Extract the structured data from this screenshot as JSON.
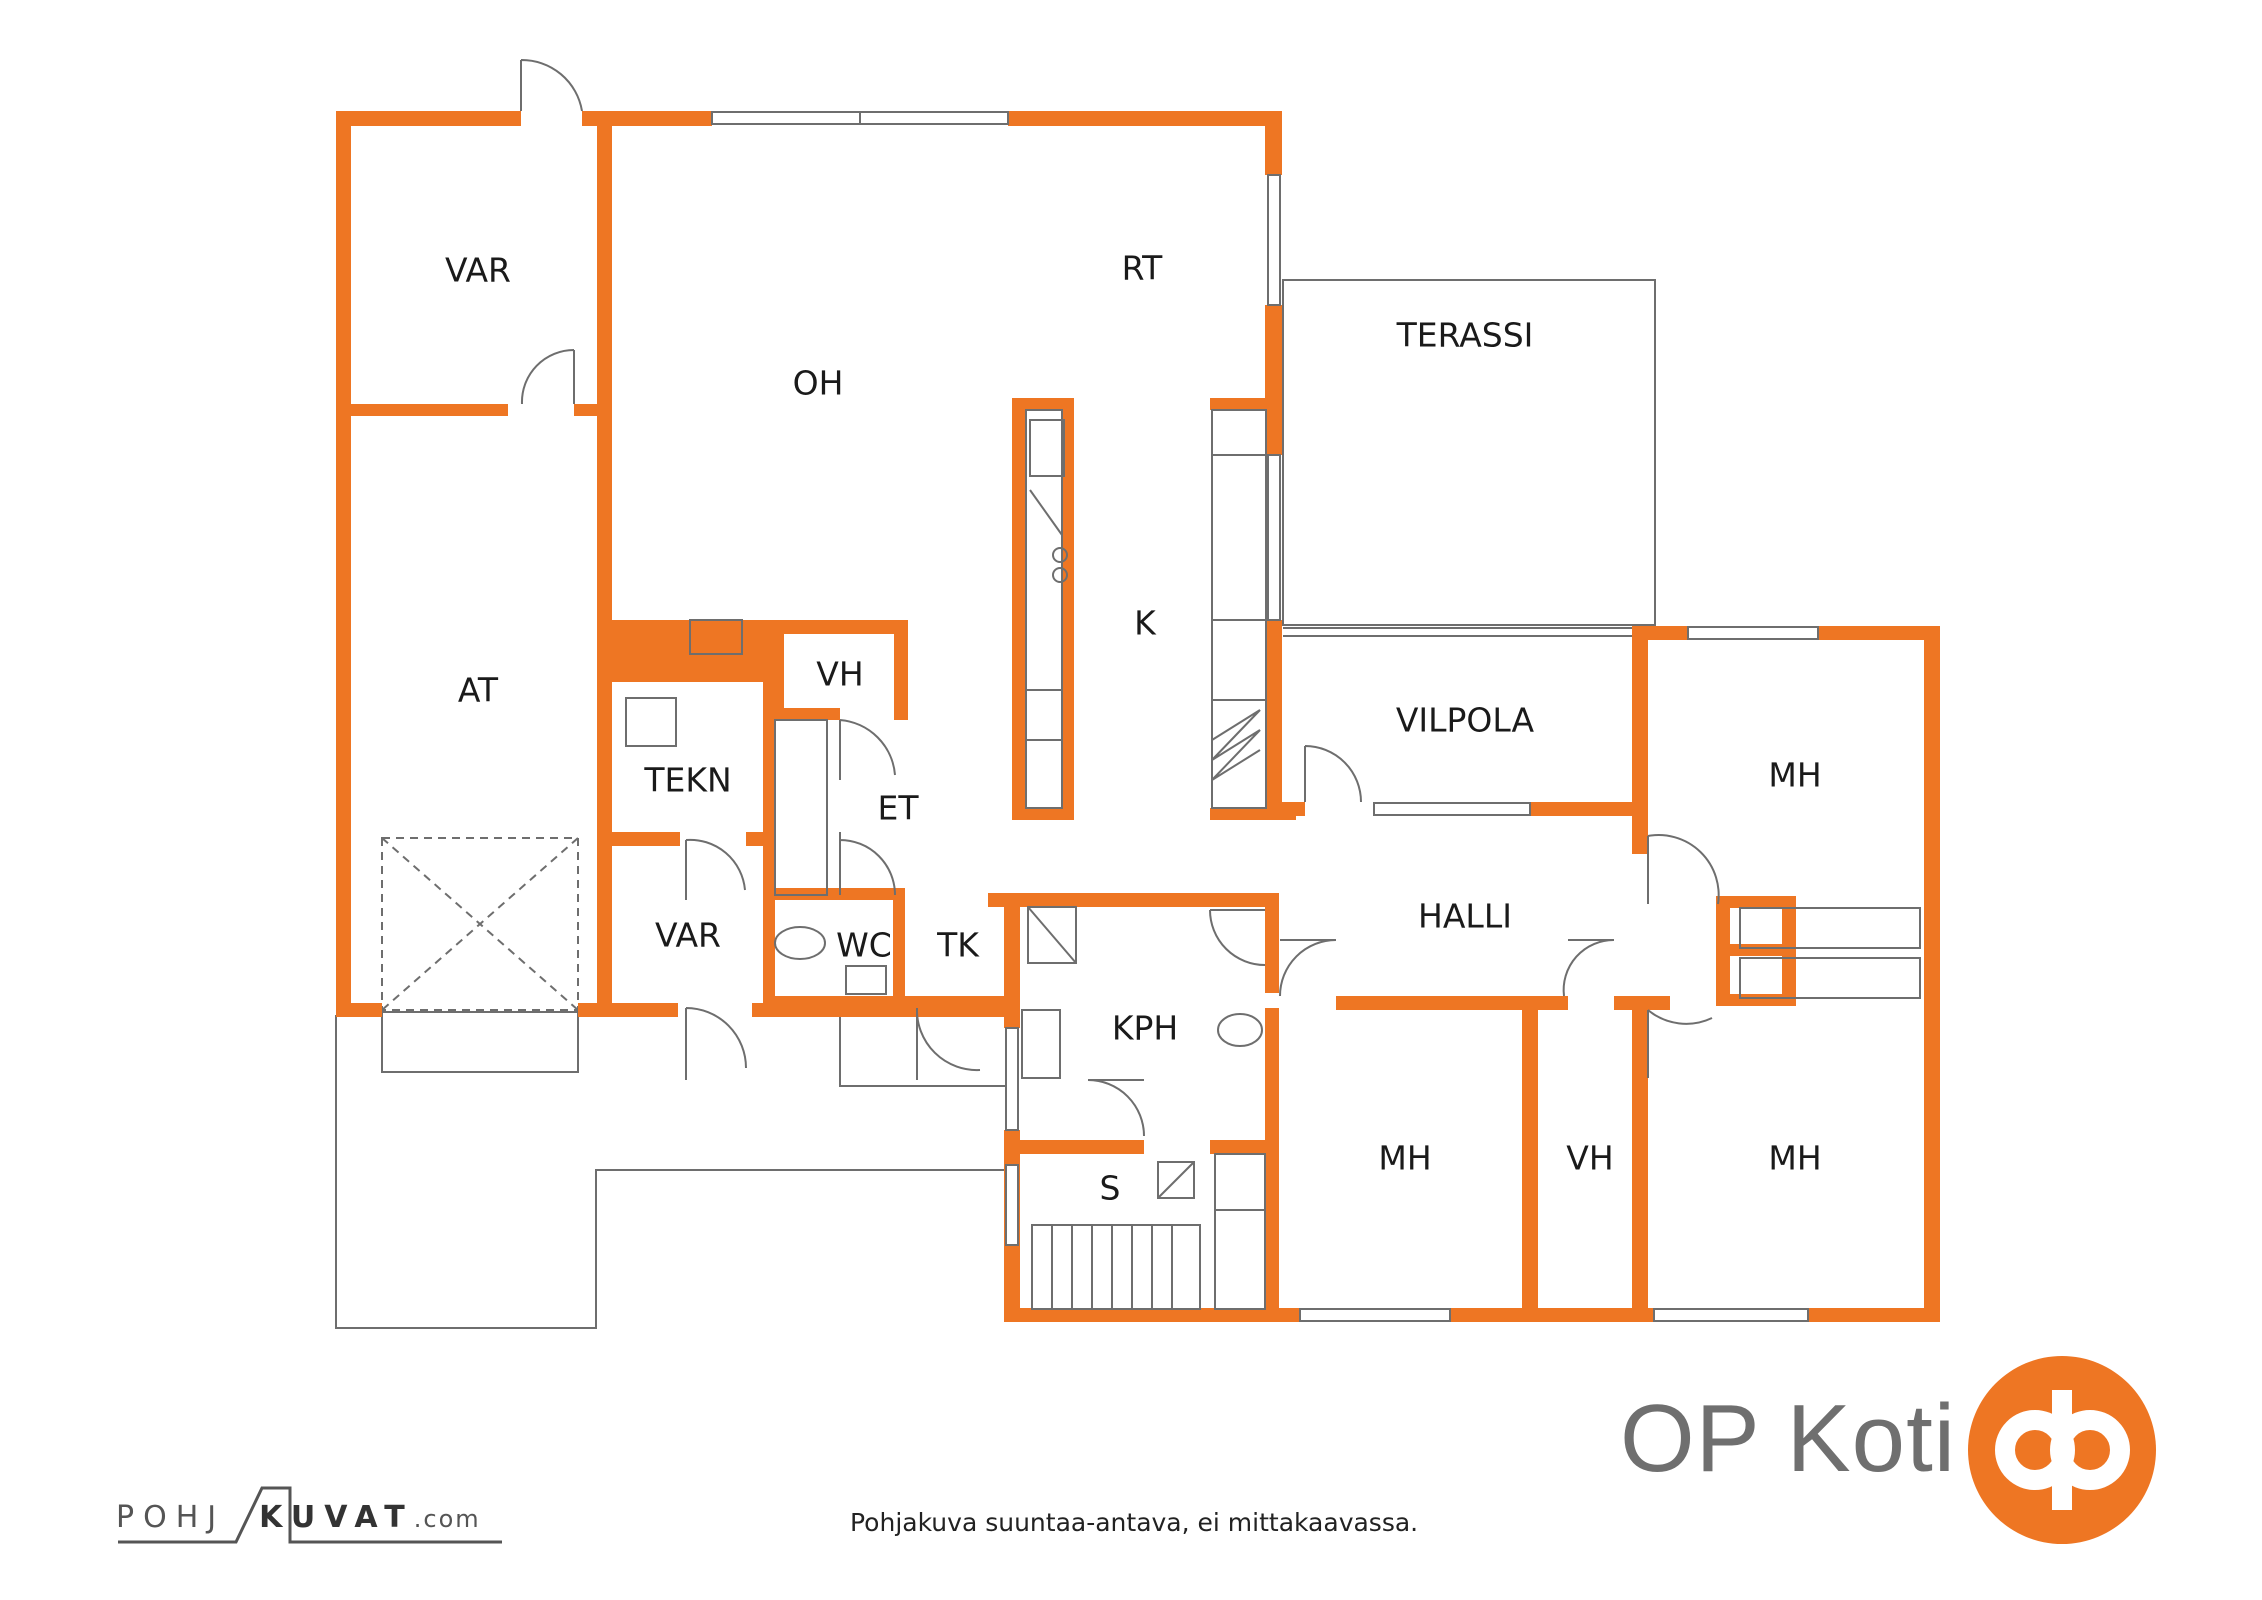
{
  "colors": {
    "wall": "#EE7623",
    "line": "#6e6e6e",
    "brand_text": "#6f6f6f",
    "text": "#1a1a1a"
  },
  "rooms": {
    "var_top": "VAR",
    "rt": "RT",
    "oh": "OH",
    "terassi": "TERASSI",
    "at": "AT",
    "k": "K",
    "vh_upper": "VH",
    "vilpola": "VILPOLA",
    "tekn": "TEKN",
    "et": "ET",
    "mh_right_top": "MH",
    "halli": "HALLI",
    "var_bottom": "VAR",
    "wc": "WC",
    "tk": "TK",
    "kph": "KPH",
    "s": "S",
    "mh_bottom_left": "MH",
    "vh_lower": "VH",
    "mh_bottom_right": "MH"
  },
  "brand": {
    "name": "OP Koti",
    "logo_icon": "op-logo-icon"
  },
  "disclaimer": "Pohjakuva suuntaa-antava, ei mittakaavassa.",
  "credit": {
    "part1": "POHJ",
    "part2": "KUVAT",
    "part3": ".com"
  }
}
